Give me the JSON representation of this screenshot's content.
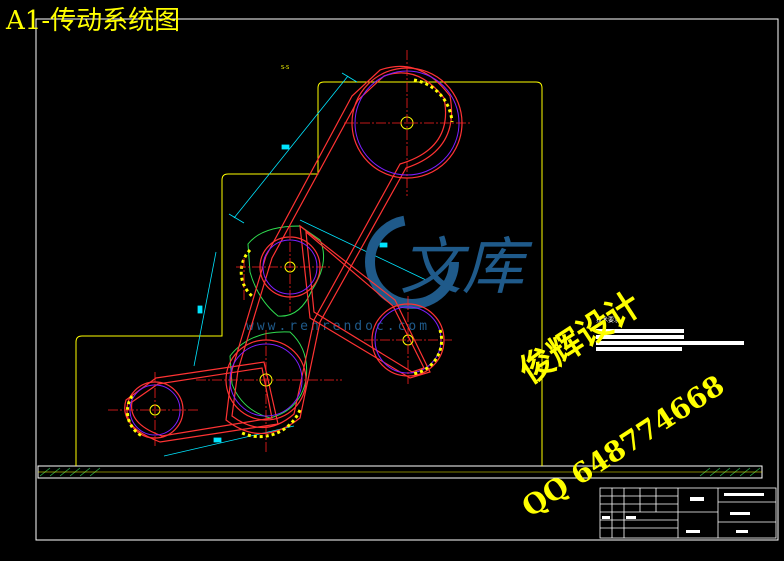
{
  "title": "A1-传动系统图",
  "section_label": "S-S",
  "tech_requirements_title": "技术要求",
  "watermark": {
    "logo_text": "文库",
    "url_text": "www.renrendoc.com",
    "designer": "俊辉设计",
    "qq": "QQ 648774668"
  },
  "colors": {
    "background": "#000000",
    "frame": "#ffffff",
    "outline": "#ffff00",
    "belt": "#ff3333",
    "centerline": "#ff2020",
    "dimension": "#00e5ff",
    "pulley": "#7b1fff",
    "watermark": "#1f5a8a",
    "annotation": "#ffff00"
  }
}
